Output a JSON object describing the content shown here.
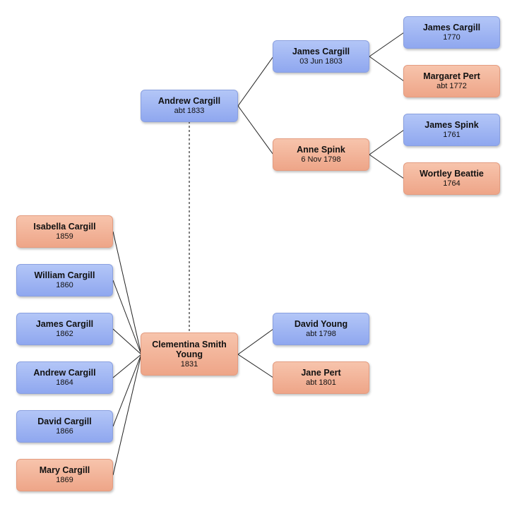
{
  "people": {
    "andrew_cargill_1833": {
      "name": "Andrew Cargill",
      "date": "abt 1833"
    },
    "clementina": {
      "name": "Clementina Smith Young",
      "date": "1831"
    },
    "james_cargill_1803": {
      "name": "James Cargill",
      "date": "03 Jun 1803"
    },
    "anne_spink": {
      "name": "Anne Spink",
      "date": "6 Nov 1798"
    },
    "james_cargill_1770": {
      "name": "James Cargill",
      "date": "1770"
    },
    "margaret_pert": {
      "name": "Margaret Pert",
      "date": "abt 1772"
    },
    "james_spink": {
      "name": "James Spink",
      "date": "1761"
    },
    "wortley_beattie": {
      "name": "Wortley Beattie",
      "date": "1764"
    },
    "david_young": {
      "name": "David Young",
      "date": "abt 1798"
    },
    "jane_pert": {
      "name": "Jane Pert",
      "date": "abt 1801"
    },
    "isabella_cargill": {
      "name": "Isabella Cargill",
      "date": "1859"
    },
    "william_cargill": {
      "name": "William Cargill",
      "date": "1860"
    },
    "james_cargill_1862": {
      "name": "James Cargill",
      "date": "1862"
    },
    "andrew_cargill_1864": {
      "name": "Andrew Cargill",
      "date": "1864"
    },
    "david_cargill": {
      "name": "David Cargill",
      "date": "1866"
    },
    "mary_cargill": {
      "name": "Mary Cargill",
      "date": "1869"
    }
  },
  "colors": {
    "male": "#9db3f2",
    "female": "#f2b396",
    "line": "#222222"
  }
}
